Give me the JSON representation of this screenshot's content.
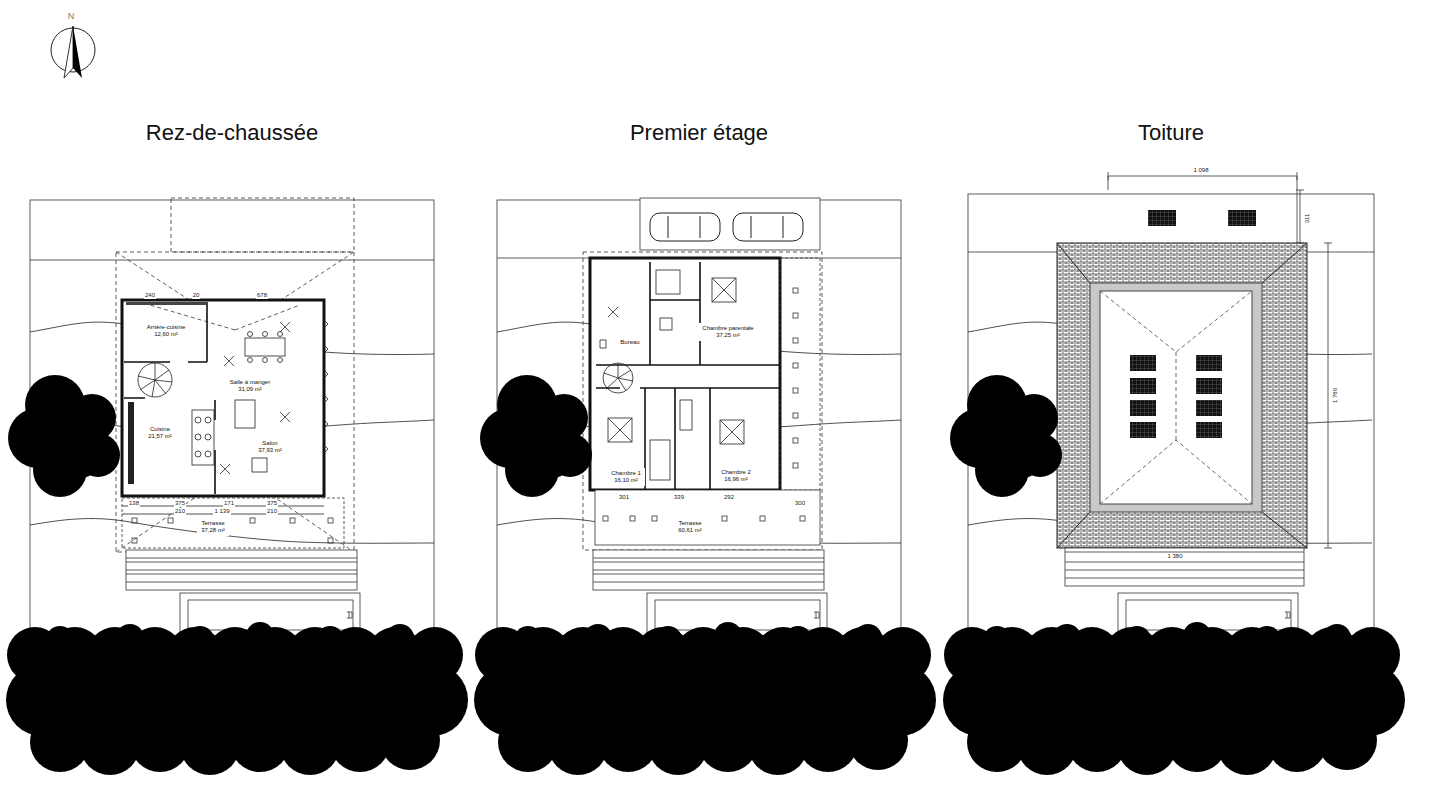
{
  "diagram": {
    "nodes": [
      {
        "text": [
          "Rez-de-chaussée"
        ]
      },
      {
        "text": [
          "Arrière-cuisine",
          "12,60 m²"
        ],
        "in": 0
      },
      {
        "text": [
          "Salle à manger",
          "31,09 m²"
        ],
        "in": 0
      },
      {
        "text": [
          "Cuisine",
          "21,57 m²"
        ],
        "in": 0
      },
      {
        "text": [
          "Salon",
          "37,93 m²"
        ],
        "in": 0
      },
      {
        "text": [
          "Terrasse",
          "37,28 m²"
        ],
        "in": 0
      },
      {
        "text": [
          "Premier étage"
        ]
      },
      {
        "text": [
          "Bureau"
        ],
        "in": 6
      },
      {
        "text": [
          "Chambre parentale",
          "37,25 m²"
        ],
        "in": 6
      },
      {
        "text": [
          "Chambre 1",
          "16,10 m²"
        ],
        "in": 6
      },
      {
        "text": [
          "Chambre 2",
          "16,96 m²"
        ],
        "in": 6
      },
      {
        "text": [
          "Terrasse",
          "60,61 m²"
        ],
        "in": 6
      },
      {
        "text": [
          "Toiture"
        ]
      }
    ],
    "labels": [
      "N",
      "240",
      "20",
      "678",
      "138",
      "375",
      "171",
      "375",
      "210",
      "1 139",
      "210",
      "301",
      "339",
      "292",
      "300",
      "1 098",
      "311",
      "1 786",
      "1 380"
    ]
  }
}
